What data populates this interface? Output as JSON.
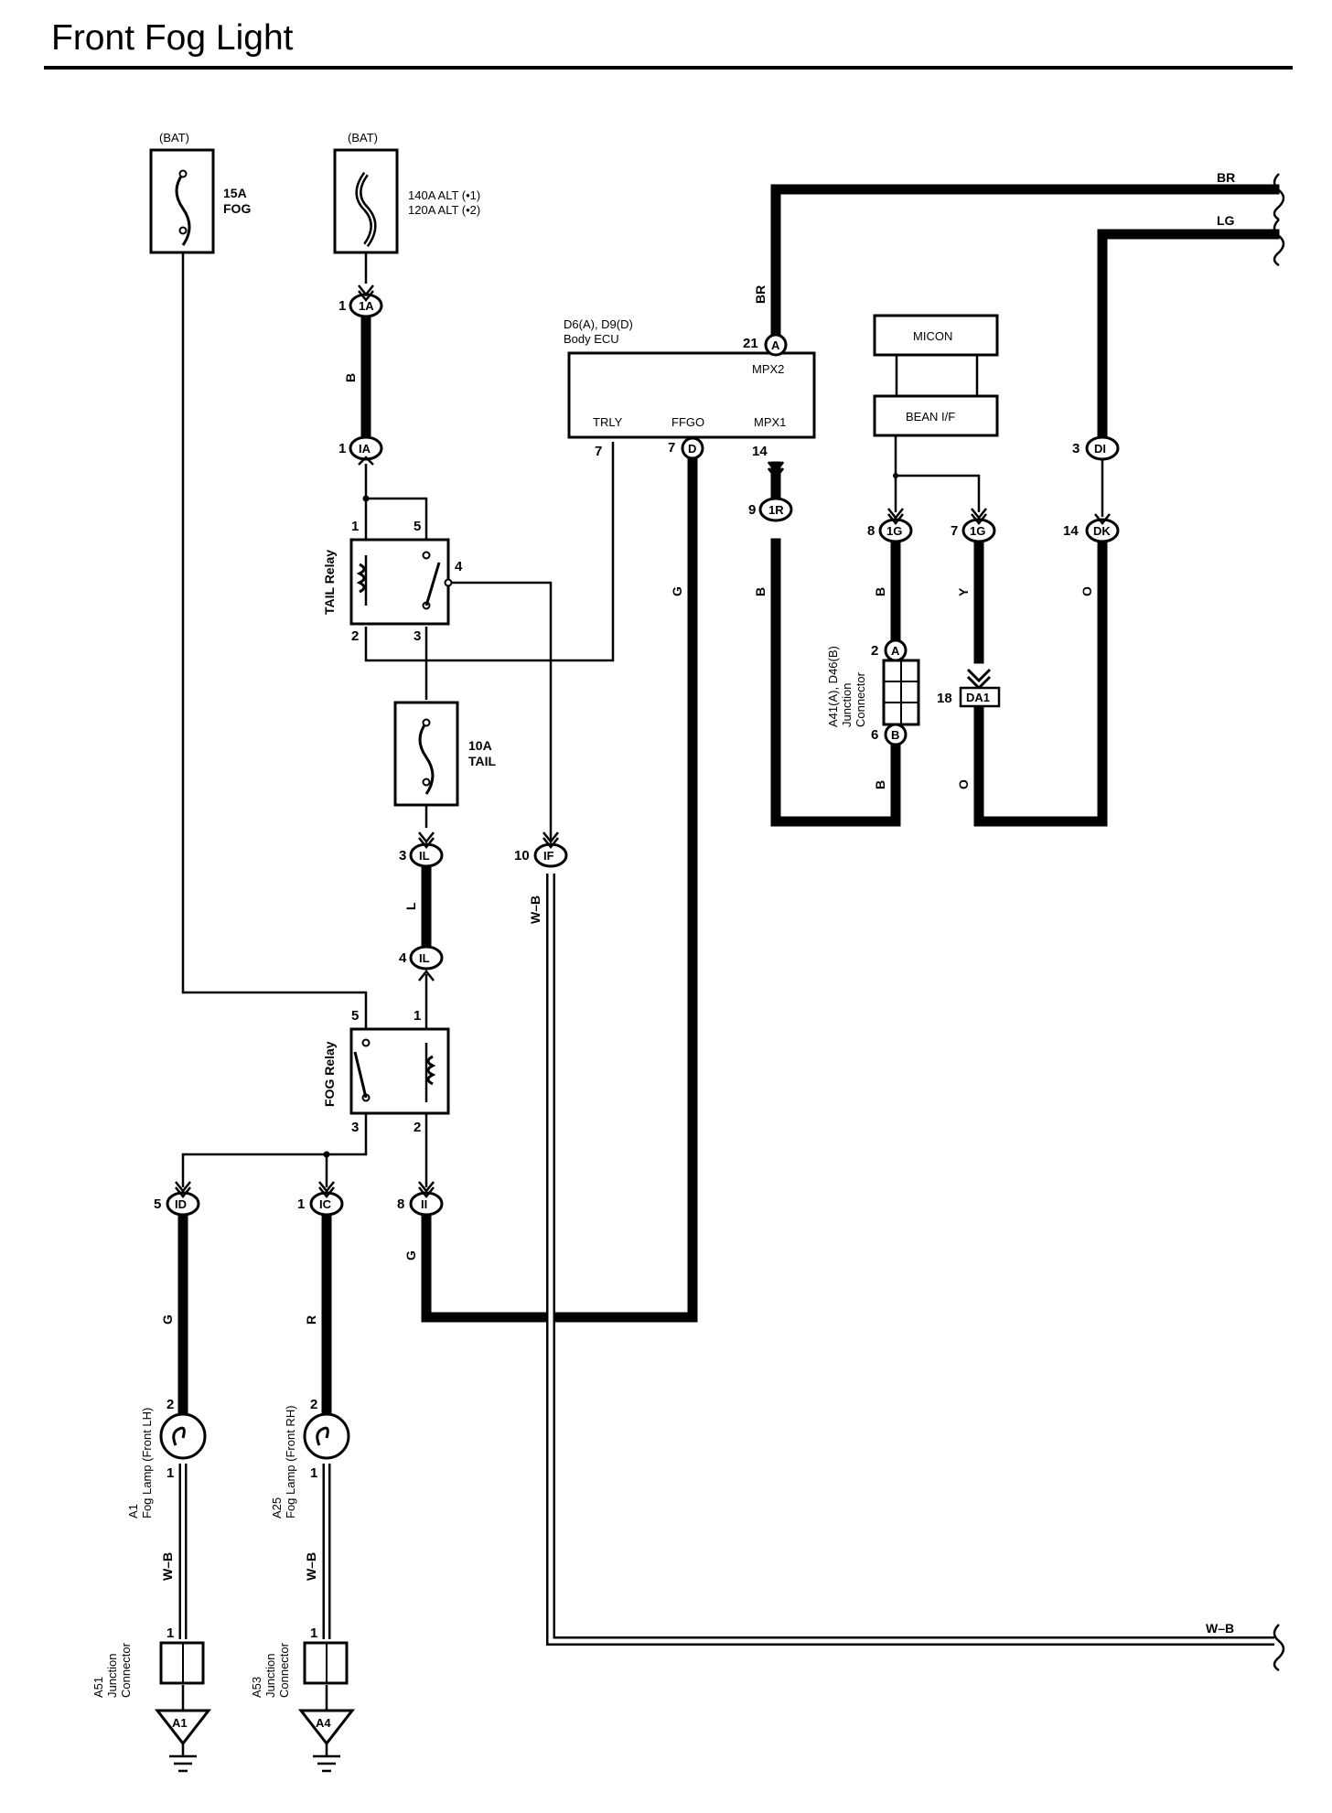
{
  "title": "Front Fog Light",
  "fuses": [
    {
      "id": "fog",
      "source": "(BAT)",
      "rating": "15A",
      "name": "FOG"
    },
    {
      "id": "alt",
      "source": "(BAT)",
      "line1": "140A ALT (•1)",
      "line2": "120A ALT (•2)"
    },
    {
      "id": "tail",
      "rating": "10A",
      "name": "TAIL"
    }
  ],
  "ecu": {
    "line1": "D6(A), D9(D)",
    "line2": "Body ECU",
    "terminals": {
      "trly": "TRLY",
      "ffgo": "FFGO",
      "mpx1": "MPX1",
      "mpx2": "MPX2"
    },
    "pins": {
      "trly": "7",
      "ffgo": "7",
      "mpx1": "14",
      "mpx2": "21"
    }
  },
  "micon": "MICON",
  "bean": "BEAN I/F",
  "relays": {
    "tail": "TAIL Relay",
    "fog": "FOG Relay"
  },
  "junction_connector": {
    "line1": "A41(A), D46(B)",
    "line2": "Junction",
    "line3": "Connector"
  },
  "da1": {
    "pin": "18",
    "label": "DA1"
  },
  "lamps": [
    {
      "code": "A1",
      "name": "Fog Lamp (Front LH)"
    },
    {
      "code": "A25",
      "name": "Fog Lamp (Front RH)"
    }
  ],
  "ground_junctions": [
    {
      "code": "A51",
      "line2": "Junction",
      "line3": "Connector",
      "ground": "A1"
    },
    {
      "code": "A53",
      "line2": "Junction",
      "line3": "Connector",
      "ground": "A4"
    }
  ],
  "connectors": {
    "1A_top": {
      "pin": "1",
      "label": "1A"
    },
    "1A_bot": {
      "pin": "1",
      "label": "IA"
    },
    "ecu_mpx2": {
      "pin": "21",
      "label": "A"
    },
    "ecu_ffgo": {
      "pin": "7",
      "label": "D"
    },
    "1R": {
      "pin": "9",
      "label": "1R"
    },
    "1G_a": {
      "pin": "8",
      "label": "1G"
    },
    "1G_b": {
      "pin": "7",
      "label": "1G"
    },
    "DI": {
      "pin": "3",
      "label": "DI"
    },
    "DK": {
      "pin": "14",
      "label": "DK"
    },
    "jA": {
      "pin": "2",
      "label": "A"
    },
    "jB": {
      "pin": "6",
      "label": "B"
    },
    "1L_a": {
      "pin": "3",
      "label": "IL"
    },
    "1L_b": {
      "pin": "4",
      "label": "IL"
    },
    "1F": {
      "pin": "10",
      "label": "IF"
    },
    "1D": {
      "pin": "5",
      "label": "ID"
    },
    "1C": {
      "pin": "1",
      "label": "IC"
    },
    "II": {
      "pin": "8",
      "label": "II"
    }
  },
  "relay_pins": {
    "tail": {
      "p1": "1",
      "p2": "2",
      "p3": "3",
      "p4": "4",
      "p5": "5"
    },
    "fog": {
      "p1": "1",
      "p2": "2",
      "p3": "3",
      "p5": "5"
    }
  },
  "lamp_pins": {
    "a1_top": "2",
    "a1_bot": "1",
    "a25_top": "2",
    "a25_bot": "1",
    "a51": "1",
    "a53": "1"
  },
  "wire_colors": {
    "br_top": "BR",
    "lg_top": "LG",
    "br_vert": "BR",
    "b_alt": "B",
    "g_ffgo": "G",
    "b_1r": "B",
    "b_1g": "B",
    "y_1g": "Y",
    "o_dk": "O",
    "b_jc": "B",
    "o_da1": "O",
    "l_tail": "L",
    "wb_1f": "W–B",
    "g_ii": "G",
    "g_lamp": "G",
    "r_lamp": "R",
    "wb_a1": "W–B",
    "wb_a25": "W–B",
    "wb_bottom": "W–B"
  }
}
